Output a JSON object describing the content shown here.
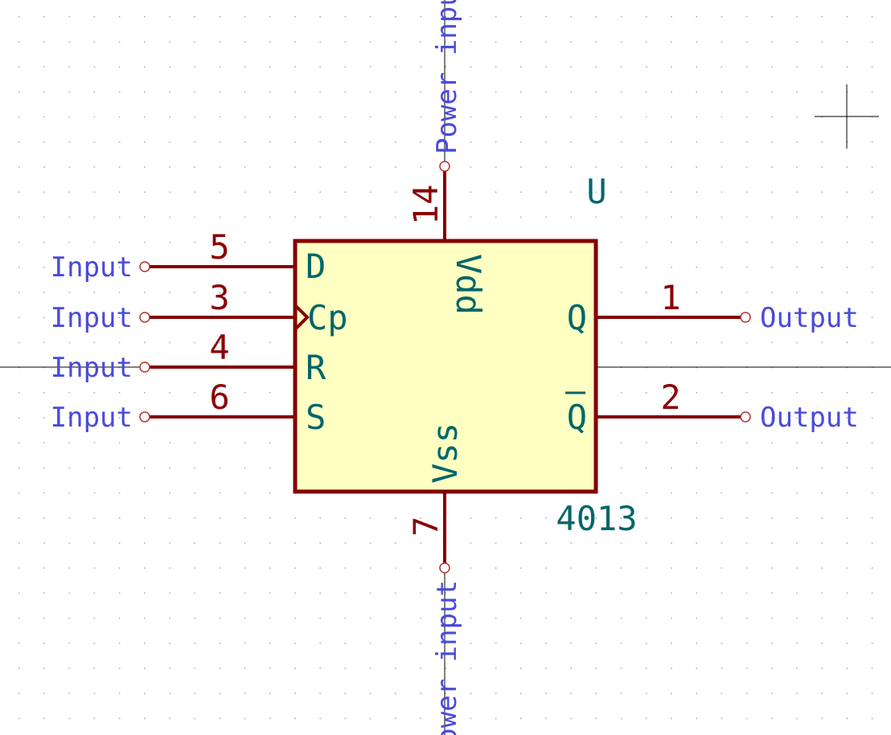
{
  "symbol": {
    "reference": "U",
    "value": "4013"
  },
  "pins": {
    "left": [
      {
        "number": "5",
        "name": "D",
        "type": "Input"
      },
      {
        "number": "3",
        "name": "Cp",
        "type": "Input"
      },
      {
        "number": "4",
        "name": "R",
        "type": "Input"
      },
      {
        "number": "6",
        "name": "S",
        "type": "Input"
      }
    ],
    "right": [
      {
        "number": "1",
        "name": "Q",
        "type": "Output"
      },
      {
        "number": "2",
        "name": "Q",
        "type": "Output"
      }
    ],
    "top": {
      "number": "14",
      "name": "Vdd",
      "type": "Power input"
    },
    "bottom": {
      "number": "7",
      "name": "Vss",
      "type": "Power input"
    }
  },
  "colors": {
    "body_fill": "#ffffc2",
    "body_stroke": "#840000",
    "pin_line": "#840000",
    "pin_name": "#00666a",
    "pin_number": "#8b0000",
    "pin_type": "#4a4adb",
    "grid_dot": "#b0b0b0",
    "crosshair": "#000000"
  }
}
